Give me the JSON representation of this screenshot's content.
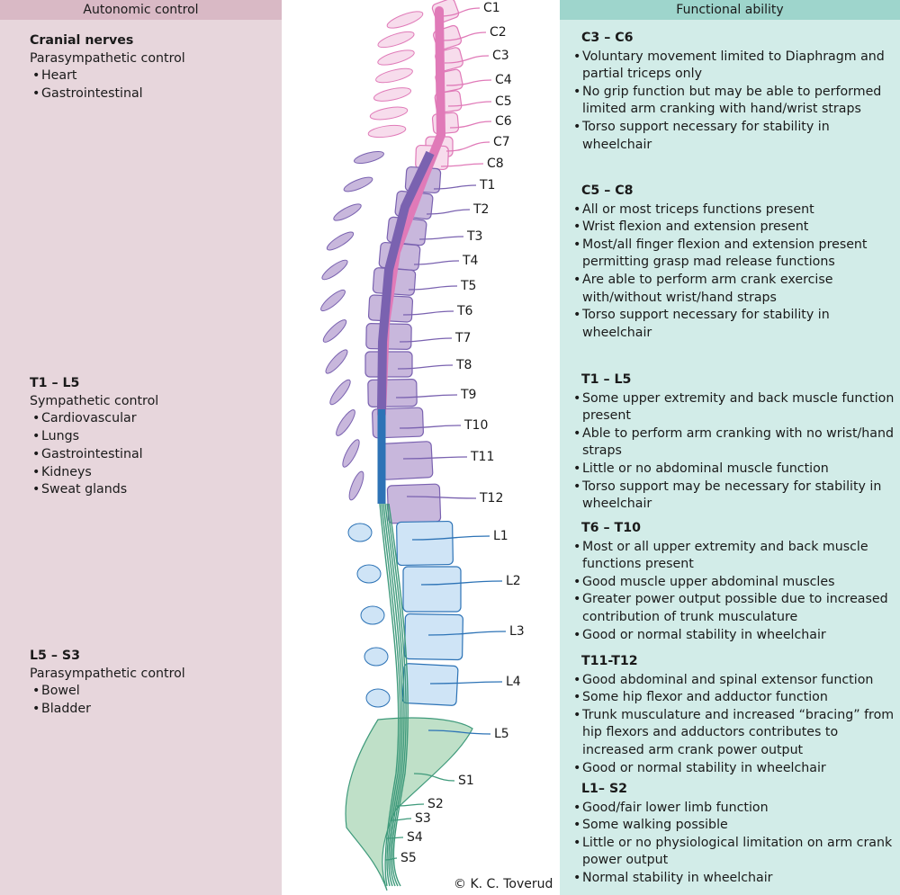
{
  "autonomic": {
    "header": "Autonomic control",
    "groups": [
      {
        "title": "Cranial nerves",
        "subtitle": "Parasympathetic control",
        "items": [
          "Heart",
          "Gastrointestinal"
        ]
      },
      {
        "title": "T1 – L5",
        "subtitle": "Sympathetic control",
        "items": [
          "Cardiovascular",
          "Lungs",
          "Gastrointestinal",
          "Kidneys",
          "Sweat glands"
        ]
      },
      {
        "title": "L5 – S3",
        "subtitle": "Parasympathetic control",
        "items": [
          "Bowel",
          "Bladder"
        ]
      }
    ]
  },
  "functional": {
    "header": "Functional ability",
    "groups": [
      {
        "title": "C3 – C6",
        "items": [
          "Voluntary movement limited to Diaphragm and partial triceps only",
          "No grip function but may be able to performed limited arm cranking with hand/wrist straps",
          "Torso support necessary for stability in wheelchair"
        ]
      },
      {
        "title": "C5 – C8",
        "items": [
          "All or most triceps functions present",
          "Wrist flexion and extension present",
          "Most/all finger flexion and extension present permitting grasp mad release functions",
          "Are able to perform arm crank exercise with/without wrist/hand straps",
          "Torso support necessary for stability in wheelchair"
        ]
      },
      {
        "title": "T1 – L5",
        "items": [
          "Some upper extremity and back muscle function present",
          "Able to perform arm cranking with no wrist/hand straps",
          "Little or no abdominal muscle function",
          "Torso support may be necessary for stability in wheelchair"
        ]
      },
      {
        "title": "T6 – T10",
        "items": [
          "Most or all upper extremity and back muscle functions present",
          "Good muscle upper abdominal muscles",
          "Greater power output possible due to increased contribution of trunk musculature",
          "Good or normal stability in wheelchair"
        ]
      },
      {
        "title": "T11-T12",
        "items": [
          "Good abdominal and spinal extensor function",
          "Some hip flexor and adductor function",
          "Trunk musculature and increased “bracing” from hip flexors and adductors contributes to increased arm crank power output",
          "Good or normal stability in wheelchair"
        ]
      },
      {
        "title": "L1– S2",
        "items": [
          "Good/fair lower limb function",
          "Some walking possible",
          "Little or no physiological limitation on arm crank power output",
          "Normal stability in wheelchair"
        ]
      }
    ]
  },
  "spine": {
    "labels": [
      "C1",
      "C2",
      "C3",
      "C4",
      "C5",
      "C6",
      "C7",
      "C8",
      "T1",
      "T2",
      "T3",
      "T4",
      "T5",
      "T6",
      "T7",
      "T8",
      "T9",
      "T10",
      "T11",
      "T12",
      "L1",
      "L2",
      "L3",
      "L4",
      "L5",
      "S1",
      "S2",
      "S3",
      "S4",
      "S5"
    ],
    "colors": {
      "cervical": "#e07ab8",
      "thoracic": "#7a62b0",
      "lumbar": "#2d73b6",
      "sacral": "#3f9a7b",
      "cervical_fill": "#f7dcec",
      "thoracic_fill": "#c8b7dc",
      "lumbar_fill": "#cfe4f6",
      "sacral_fill": "#bfe0c8"
    }
  },
  "credit": "© K. C. Toverud"
}
